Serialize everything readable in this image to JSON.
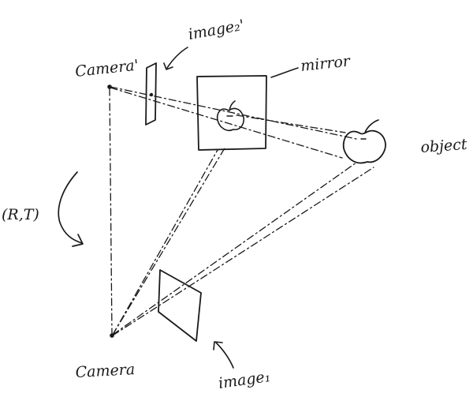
{
  "labels": {
    "camera_prime": "Camera'",
    "image_2": "image₂'",
    "mirror": "mirror",
    "object": "object",
    "transform": "(R,T)",
    "camera": "Camera",
    "image_1": "image₁"
  },
  "colors": {
    "ink": "#1a1a1a",
    "background": "#ffffff"
  }
}
